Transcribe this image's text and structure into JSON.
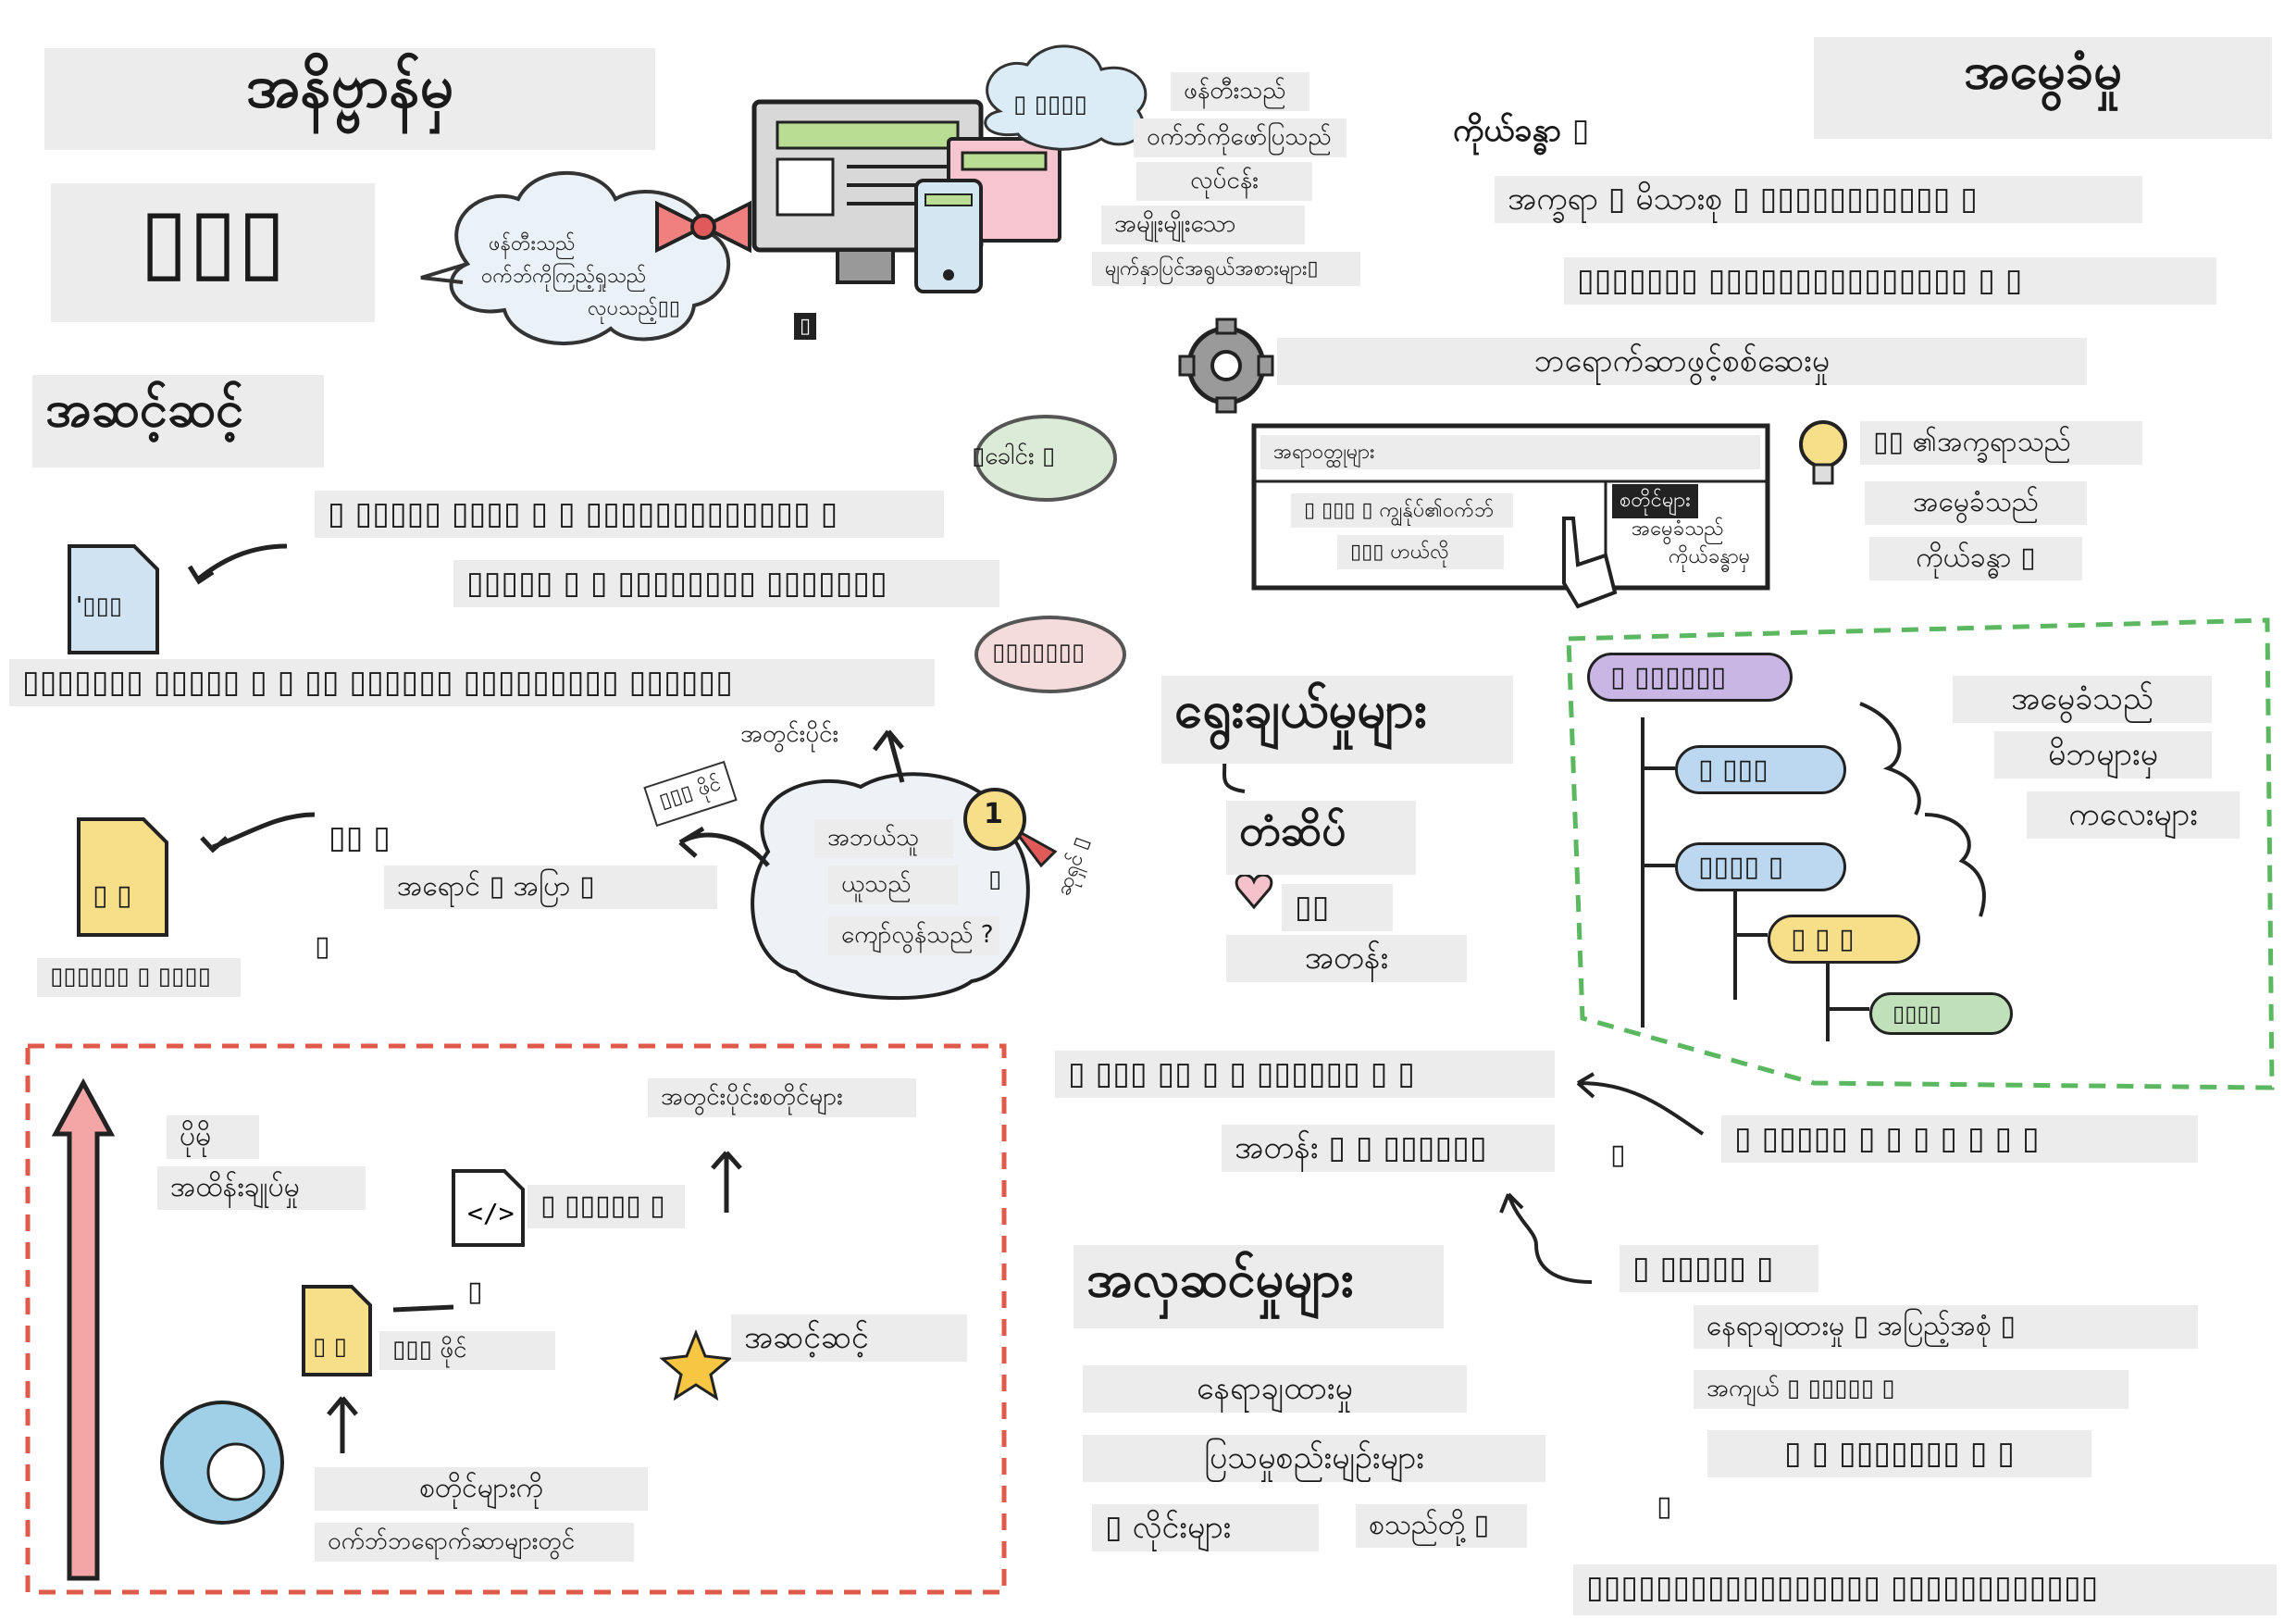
{
  "colors": {
    "dashed_red": "#e05a4a",
    "dashed_green": "#5cb860",
    "arrow_pink": "#f4a6a6",
    "file_blue": "#cfe3f3",
    "file_yellow": "#f7df8a",
    "bow_red": "#f08080",
    "pill_purple": "#c9b6e4",
    "pill_blue": "#bcd8f0",
    "pill_yellow": "#f7df8a",
    "pill_green": "#bfe0b8"
  },
  "title": {
    "main": "အနိဗ္ဗာန်မှ",
    "subtitle": "▯▯▯"
  },
  "left": {
    "heading": "အဆင့်ဆင့်",
    "line1": "▯ ▯▯▯▯▯ ▯▯▯▯ ▯ ▯ ▯▯▯▯▯▯▯▯▯▯▯▯▯ ▯",
    "line2": "▯▯▯▯▯ ▯ ▯ ▯▯▯▯▯▯▯▯ ▯▯▯▯▯▯▯",
    "line3": "▯▯▯▯▯▯▯ ▯▯▯▯▯ ▯ ▯ ▯▯ ▯▯▯▯▯▯ ▯▯▯▯▯▯▯▯▯ ▯▯▯▯▯▯",
    "blue_file": "'▯▯▯",
    "yellow_file": "▯ ▯",
    "yellow_caption": "▯▯▯▯▯▯ ▯ ▯▯▯▯",
    "label_a": "▯▯ ▯",
    "label_b": "အရောင် ▯ အပြာ ▯",
    "label_c": "▯",
    "speech1": "▯ခေါင်း ▯",
    "speech2": "▯▯▯▯▯▯▯",
    "caption_up": "အတွင်းပိုင်း",
    "cloud_text": [
      "အဘယ်သူ",
      "ယူသည်",
      "ကျော်လွန်သည် ?"
    ],
    "arrow_tag": "▯▯▯ ဖိုင်",
    "medal_tag": "ဆုရှင် ▯",
    "medal_num": "1",
    "medal_label": "▯"
  },
  "top_center": {
    "cloud_words": [
      "ဖန်တီးသည်",
      "ဝက်ဘ်ကိုကြည့်ရှုသည်",
      "လုပသည့်▯▯"
    ],
    "cloud_small": "▯ ▯▯▯▯",
    "words": [
      "ဖန်တီးသည်",
      "ဝက်ဘ်ကိုဖော်ပြသည်",
      "လုပ်ငန်း",
      "အမျိုးမျိုးသော",
      "မျက်နှာပြင်အရွယ်အစားများ▯"
    ],
    "chip": "▯"
  },
  "right_top": {
    "heading": "အမွေခံမှု",
    "left_word": "ကိုယ်ခန္ဓာ ▯",
    "line1": "အက္ခရာ ▯ မိသားစု ▯ ▯▯▯▯▯▯▯▯▯▯▯ ▯",
    "line2": "▯▯▯▯▯▯▯ ▯▯▯▯▯▯▯▯▯▯▯▯▯▯▯ ▯ ▯",
    "devtools": "ဘရောက်ဆာဖွင့်စစ်ဆေးမှု",
    "panel": {
      "tab": "အရာဝတ္ထုများ",
      "row1": "▯ ▯▯▯ ▯ ကျွန်ုပ်၏ဝက်ဘ်",
      "row2": "▯▯▯ ဟယ်လို",
      "side_title": "စတိုင်များ",
      "side1": "အမွေခံသည်",
      "side2": "ကိုယ်ခန္ဓာမှ"
    },
    "bulb_lines": [
      "▯▯ ၏အက္ခရာသည်",
      "အမွေခံသည်",
      "ကိုယ်ခန္ဓာ ▯"
    ]
  },
  "middle": {
    "heading": "ရွေးချယ်မှုများ",
    "tag_title": "တံဆိပ်",
    "tag_sub": "▯▯",
    "tag_class": "အတန်း"
  },
  "tree": {
    "nodes": [
      "▯ ▯▯▯▯▯▯",
      "▯ ▯▯▯",
      "▯▯▯▯ ▯",
      "▯ ▯ ▯",
      "▯▯▯▯"
    ],
    "notes": [
      "အမွေခံသည်",
      "မိဘများမှ",
      "ကလေးများ"
    ]
  },
  "center_bottom": {
    "line1": "▯ ▯▯▯ ▯▯ ▯ ▯ ▯▯▯▯▯▯ ▯ ▯",
    "line2": "အတန်း ▯ ▯ ▯▯▯▯▯▯",
    "quote": "▯",
    "right_line": "▯ ▯▯▯▯▯ ▯ ▯ ▯ ▯ ▯ ▯ ▯"
  },
  "layout_section": {
    "heading": "အလှဆင်မှုများ",
    "items": [
      "နေရာချထားမှု",
      "ပြသမှုစည်းမျဉ်းများ",
      "▯ လိုင်းများ",
      "စသည်တို့ ▯"
    ]
  },
  "bottom_right": {
    "head": "▯ ▯▯▯▯▯ ▯",
    "line1": "နေရာချထားမှု ▯ အပြည့်အစုံ ▯",
    "line2": "အကျယ် ▯ ▯▯▯▯▯ ▯",
    "line3": "▯ ▯ ▯▯▯▯▯▯▯ ▯ ▯",
    "mark": "▯",
    "footer": "▯▯▯▯▯▯▯▯▯▯▯▯▯▯▯▯▯ ▯▯▯▯▯▯▯▯▯▯▯▯"
  },
  "cascade": {
    "top_a": "ပိုမို",
    "top_b": "အထိန်းချုပ်မှု",
    "caption_right": "အတွင်းပိုင်းစတိုင်များ",
    "code_label": "▯ ▯▯▯▯▯ ▯",
    "mid_mark": "▯",
    "file_caption": "▯▯▯ ဖိုင်",
    "file_label": "▯ ▯",
    "star_text": "အဆင့်ဆင့်",
    "bottom_a": "စတိုင်များကို",
    "bottom_b": "ဝက်ဘ်ဘရောက်ဆာများတွင်"
  }
}
